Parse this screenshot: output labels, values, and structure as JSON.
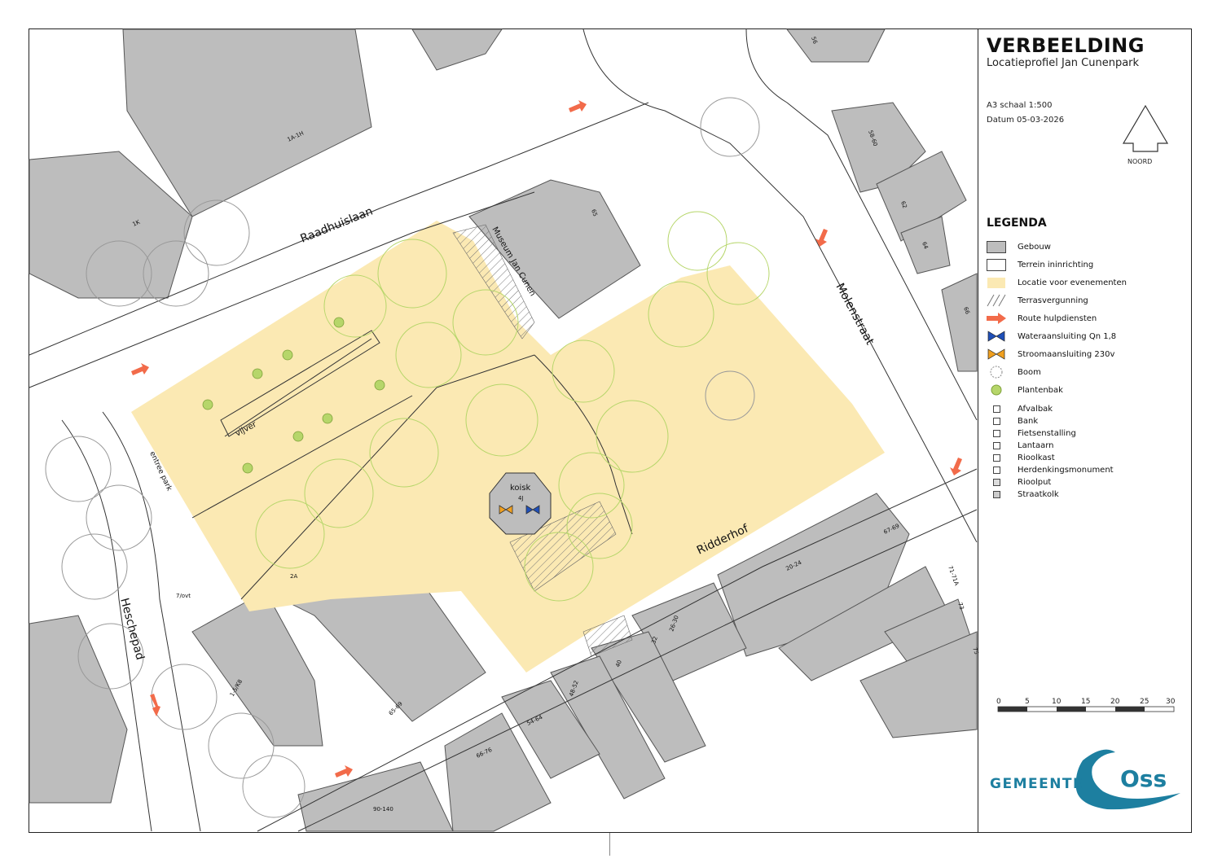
{
  "title": "VERBEELDING",
  "subtitle": "Locatieprofiel Jan Cunenpark",
  "scale_text": "A3 schaal 1:500",
  "date_text": "Datum 05-03-2026",
  "north_label": "NOORD",
  "legend": {
    "title": "LEGENDA",
    "items": [
      {
        "label": "Gebouw",
        "symbol": "building-swatch"
      },
      {
        "label": "Terrein ininrichting",
        "symbol": "terrain-swatch"
      },
      {
        "label": "Locatie voor evenementen",
        "symbol": "event-swatch"
      },
      {
        "label": "Terrasvergunning",
        "symbol": "hatch-swatch"
      },
      {
        "label": "Route hulpdiensten",
        "symbol": "arrow-icon"
      },
      {
        "label": "Wateraansluiting Qn 1,8",
        "symbol": "water-valve-icon"
      },
      {
        "label": "Stroomaansluiting 230v",
        "symbol": "power-valve-icon"
      },
      {
        "label": "Boom",
        "symbol": "tree-icon"
      },
      {
        "label": "Plantenbak",
        "symbol": "planter-icon"
      },
      {
        "label": "Afvalbak",
        "symbol": "waste-bin-icon"
      },
      {
        "label": "Bank",
        "symbol": "bench-icon"
      },
      {
        "label": "Fietsenstalling",
        "symbol": "bike-rack-icon"
      },
      {
        "label": "Lantaarn",
        "symbol": "lantern-icon"
      },
      {
        "label": "Rioolkast",
        "symbol": "sewer-box-icon"
      },
      {
        "label": "Herdenkingsmonument",
        "symbol": "monument-icon"
      },
      {
        "label": "Rioolput",
        "symbol": "manhole-icon"
      },
      {
        "label": "Straatkolk",
        "symbol": "drain-icon"
      }
    ]
  },
  "scalebar": {
    "ticks": [
      "0",
      "5",
      "10",
      "15",
      "20",
      "25",
      "30"
    ]
  },
  "logo": {
    "left": "Gemeente",
    "right": "Oss"
  },
  "colors": {
    "building": "#bdbdbd",
    "event": "#fbe9b3",
    "tree": "#b6d66a",
    "arrow": "#f26b4a",
    "water": "#1f4fb8",
    "power": "#f0a020",
    "logo": "#1d7fa0"
  },
  "map": {
    "streets": [
      "Raadhuislaan",
      "Molenstraat",
      "Ridderhof",
      "Heschepad"
    ],
    "places": [
      "Museum Jan Cunen",
      "vijver",
      "koisk",
      "entree park"
    ],
    "house_numbers": [
      "1A-1H",
      "1K",
      "65",
      "56",
      "58-60",
      "62",
      "64",
      "66",
      "67-69",
      "71-71A",
      "73",
      "75",
      "20-24",
      "26-30",
      "32",
      "40",
      "48-52",
      "54-64",
      "66-76",
      "65-69",
      "90-140",
      "1-5/K8",
      "2A",
      "7/ovt",
      "4J"
    ]
  }
}
